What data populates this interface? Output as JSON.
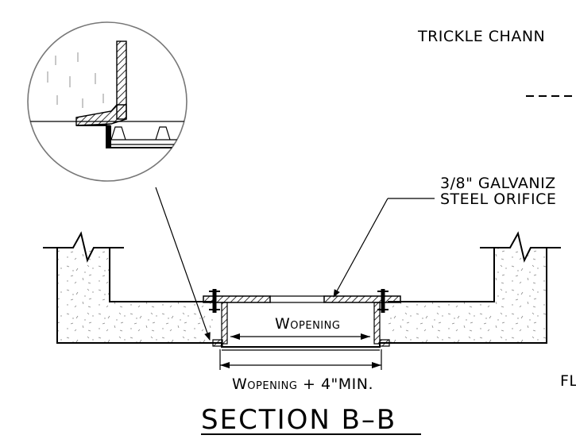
{
  "labels": {
    "trickle_channel": "TRICKLE CHANN",
    "dashes": "- - - -",
    "orifice_line1": "3/8\" GALVANIZ",
    "orifice_line2": "STEEL ORIFICE",
    "w_opening_big": "W",
    "w_opening_sub": "OPENING",
    "dim_w_big": "W",
    "dim_w_sub": "OPENING",
    "dim_suffix": " + 4\"MIN.",
    "fl_partial": "FL",
    "section_title": "SECTION B–B"
  },
  "colors": {
    "line": "#000000",
    "concrete_fill": "#ffffff",
    "concrete_speckle": "#8a8a8a",
    "background": "#ffffff"
  }
}
